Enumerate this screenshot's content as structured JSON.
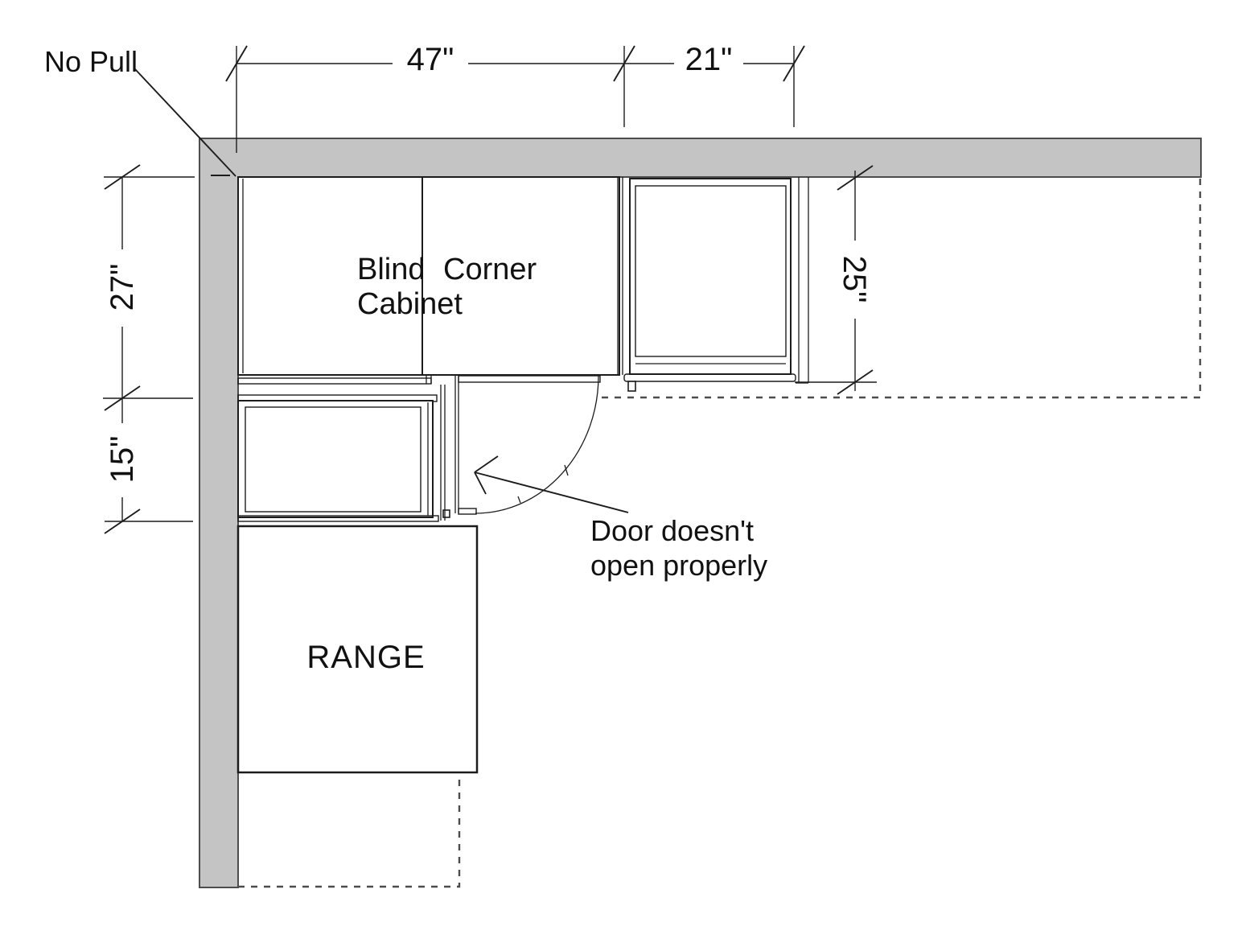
{
  "drawing": {
    "type": "kitchen-corner-cabinet-plan",
    "labels": {
      "no_pull": "No Pull",
      "blind_corner_line1": "Blind Corner",
      "blind_corner_line2": "Cabinet",
      "range": "RANGE",
      "door_note_line1": "Door doesn't",
      "door_note_line2": "open properly"
    },
    "dimensions": {
      "top_run_width": "47\"",
      "right_cabinet_width": "21\"",
      "left_upper_depth": "27\"",
      "left_lower_depth": "15\"",
      "right_depth": "25\""
    },
    "colors": {
      "wall_fill": "#c4c4c4",
      "wall_border": "#4d4d4d",
      "line_color": "#1c1c1c",
      "dash_color": "#4d4d4d",
      "text_color": "#111111"
    }
  }
}
